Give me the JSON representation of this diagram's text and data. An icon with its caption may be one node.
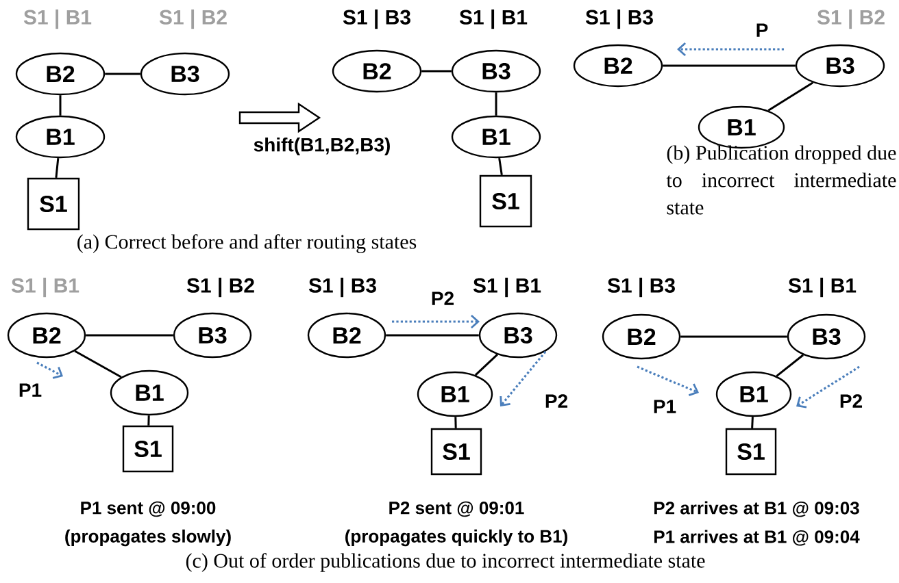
{
  "diagram": {
    "nodes": [
      {
        "text": [
          "B2"
        ],
        "beside": [
          "S1 | B1"
        ]
      },
      {
        "text": [
          "B3"
        ],
        "beside": [
          "S1 | B2"
        ]
      },
      {
        "text": [
          "B1"
        ]
      },
      {
        "text": [
          "S1"
        ]
      },
      {
        "text": [
          "B2"
        ],
        "beside": [
          "S1 | B3"
        ]
      },
      {
        "text": [
          "B3"
        ],
        "beside": [
          "S1 | B1"
        ]
      },
      {
        "text": [
          "B1"
        ]
      },
      {
        "text": [
          "S1"
        ]
      },
      {
        "text": [
          "B2"
        ],
        "beside": [
          "S1 | B3"
        ]
      },
      {
        "text": [
          "B3"
        ],
        "beside": [
          "S1 | B2"
        ]
      },
      {
        "text": [
          "B1"
        ]
      },
      {
        "text": [
          "B2"
        ],
        "beside": [
          "S1 | B1"
        ]
      },
      {
        "text": [
          "B3"
        ],
        "beside": [
          "S1 | B2"
        ]
      },
      {
        "text": [
          "B1"
        ]
      },
      {
        "text": [
          "S1"
        ]
      },
      {
        "text": [
          "B2"
        ],
        "beside": [
          "S1 | B3"
        ]
      },
      {
        "text": [
          "B3"
        ],
        "beside": [
          "S1 | B1"
        ]
      },
      {
        "text": [
          "B1"
        ]
      },
      {
        "text": [
          "S1"
        ]
      },
      {
        "text": [
          "B2"
        ],
        "beside": [
          "S1 | B3"
        ]
      },
      {
        "text": [
          "B3"
        ],
        "beside": [
          "S1 | B1"
        ]
      },
      {
        "text": [
          "B1"
        ]
      },
      {
        "text": [
          "S1"
        ]
      }
    ],
    "edges": [
      {
        "from": 0,
        "to": 1,
        "arrow": "none"
      },
      {
        "from": 0,
        "to": 2,
        "arrow": "none"
      },
      {
        "from": 2,
        "to": 3,
        "arrow": "none"
      },
      {
        "from": 4,
        "to": 5,
        "arrow": "none"
      },
      {
        "from": 5,
        "to": 6,
        "arrow": "none"
      },
      {
        "from": 6,
        "to": 7,
        "arrow": "none"
      },
      {
        "from": 8,
        "to": 9,
        "arrow": "none"
      },
      {
        "from": 9,
        "to": 10,
        "arrow": "none"
      },
      {
        "from": 9,
        "to": 8,
        "arrow": "to",
        "label": "P",
        "style": "dashed",
        "color": "#4a7ebb"
      },
      {
        "from": 11,
        "to": 12,
        "arrow": "none"
      },
      {
        "from": 11,
        "to": 13,
        "arrow": "none"
      },
      {
        "from": 13,
        "to": 14,
        "arrow": "none"
      },
      {
        "from": 11,
        "to": null,
        "arrow": "to",
        "label": "P1",
        "style": "dashed",
        "color": "#4a7ebb"
      },
      {
        "from": 15,
        "to": 16,
        "arrow": "none"
      },
      {
        "from": 16,
        "to": 17,
        "arrow": "none"
      },
      {
        "from": 17,
        "to": 18,
        "arrow": "none"
      },
      {
        "from": 15,
        "to": 16,
        "arrow": "to",
        "label": "P2",
        "style": "dashed",
        "color": "#4a7ebb"
      },
      {
        "from": 16,
        "to": 17,
        "arrow": "to",
        "label": "P2",
        "style": "dashed",
        "color": "#4a7ebb"
      },
      {
        "from": 19,
        "to": 20,
        "arrow": "none"
      },
      {
        "from": 20,
        "to": 21,
        "arrow": "none"
      },
      {
        "from": 21,
        "to": 22,
        "arrow": "none"
      },
      {
        "from": 19,
        "to": 21,
        "arrow": "to",
        "label": "P1",
        "style": "dashed",
        "color": "#4a7ebb"
      },
      {
        "from": 20,
        "to": 21,
        "arrow": "to",
        "label": "P2",
        "style": "dashed",
        "color": "#4a7ebb"
      },
      {
        "from": 1,
        "to": 4,
        "arrow": "to",
        "label": "shift(B1,B2,B3)",
        "style": "thick"
      }
    ],
    "labels": [
      "(a) Correct before and after routing states",
      "(b) Publication dropped due to incorrect intermediate state",
      "P1 sent @ 09:00",
      "(propagates slowly)",
      "P2 sent @ 09:01",
      "(propagates quickly to B1)",
      "P2 arrives at B1 @ 09:03",
      "P1 arrives at B1 @ 09:04",
      "(c) Out of order publications due to incorrect intermediate state"
    ]
  }
}
